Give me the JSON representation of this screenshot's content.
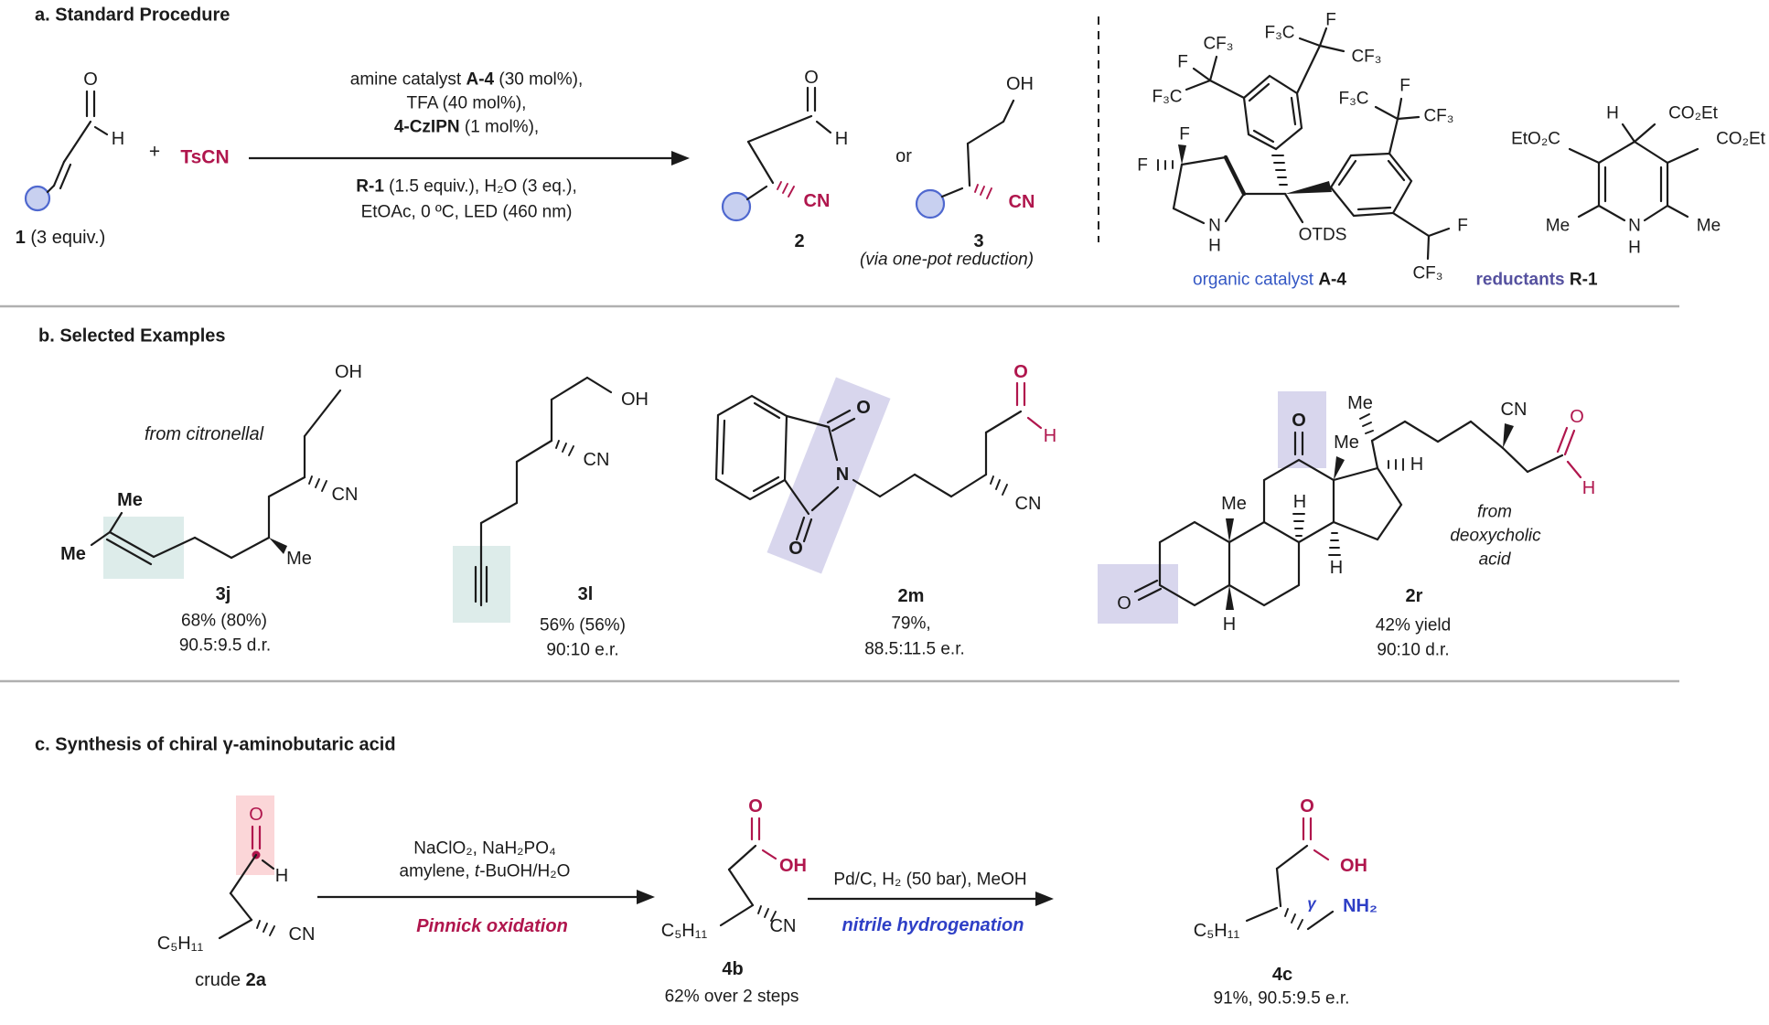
{
  "figure": {
    "panel_a_title": "a. Standard Procedure",
    "panel_b_title": "b. Selected Examples",
    "panel_c_title": "c. Synthesis of chiral γ-aminobutaric acid"
  },
  "sym": {
    "O": "O",
    "H": "H",
    "OH": "OH",
    "CN": "CN",
    "Me": "Me",
    "N": "N",
    "F": "F",
    "CF3": "CF₃",
    "F3C": "F₃C",
    "OTDS": "OTDS",
    "CO2Et": "CO₂Et",
    "EtO2C": "EtO₂C",
    "C5H11": "C₅H₁₁",
    "NH2": "NH₂",
    "gamma": "γ",
    "plus": "+",
    "or": "or",
    "TsCN": "TsCN"
  },
  "a": {
    "substrate_num": "1",
    "substrate_equiv": " (3 equiv.)",
    "cond1_pre": "amine catalyst ",
    "cond1_bold": "A-4",
    "cond1_post": " (30 mol%),",
    "cond2": "TFA (40 mol%),",
    "cond3_bold": "4-CzIPN",
    "cond3_post": " (1 mol%),",
    "cond4_bold": "R-1",
    "cond4_post": " (1.5 equiv.), H₂O (3 eq.),",
    "cond5": "EtOAc, 0 ºC, LED (460 nm)",
    "product2_num": "2",
    "product3_num": "3",
    "via_note": "(via one-pot reduction)",
    "catalyst_label": "organic catalyst ",
    "catalyst_bold": "A-4",
    "reductant_label": "reductants ",
    "reductant_bold": "R-1"
  },
  "b": {
    "ex1": {
      "note": "from citronellal",
      "id": "3j",
      "yield": "68% (80%)",
      "ratio": "90.5:9.5 d.r."
    },
    "ex2": {
      "id": "3l",
      "yield": "56% (56%)",
      "ratio": "90:10 e.r."
    },
    "ex3": {
      "id": "2m",
      "yield": "79%,",
      "ratio": "88.5:11.5 e.r."
    },
    "ex4": {
      "note1": "from",
      "note2": "deoxycholic",
      "note3": "acid",
      "id": "2r",
      "yield": "42% yield",
      "ratio": "90:10 d.r."
    }
  },
  "c": {
    "crude_pre": "crude ",
    "crude_bold": "2a",
    "ox_line1": "NaClO₂, NaH₂PO₄",
    "ox_line2_pre": "amylene, ",
    "ox_line2_it": "t",
    "ox_line2_post": "-BuOH/H₂O",
    "ox_name": "Pinnick oxidation",
    "p4b_id": "4b",
    "p4b_stat": "62% over 2 steps",
    "hyd_line1": "Pd/C, H₂ (50 bar), MeOH",
    "hyd_name": "nitrile hydrogenation",
    "p4c_id": "4c",
    "p4c_stat": "91%, 90.5:9.5 e.r."
  },
  "colors": {
    "accent_crimson": "#b0164d",
    "accent_blue": "#3457c4",
    "accent_royal": "#2e3fc6",
    "accent_indigo": "#55519f",
    "r_group_circle_fill": "#c8d0f0",
    "r_group_circle_stroke": "#4f68cf",
    "highlight_teal": "#ddecea",
    "highlight_purple": "#d8d6ed",
    "highlight_pink": "#fbd6d8"
  }
}
